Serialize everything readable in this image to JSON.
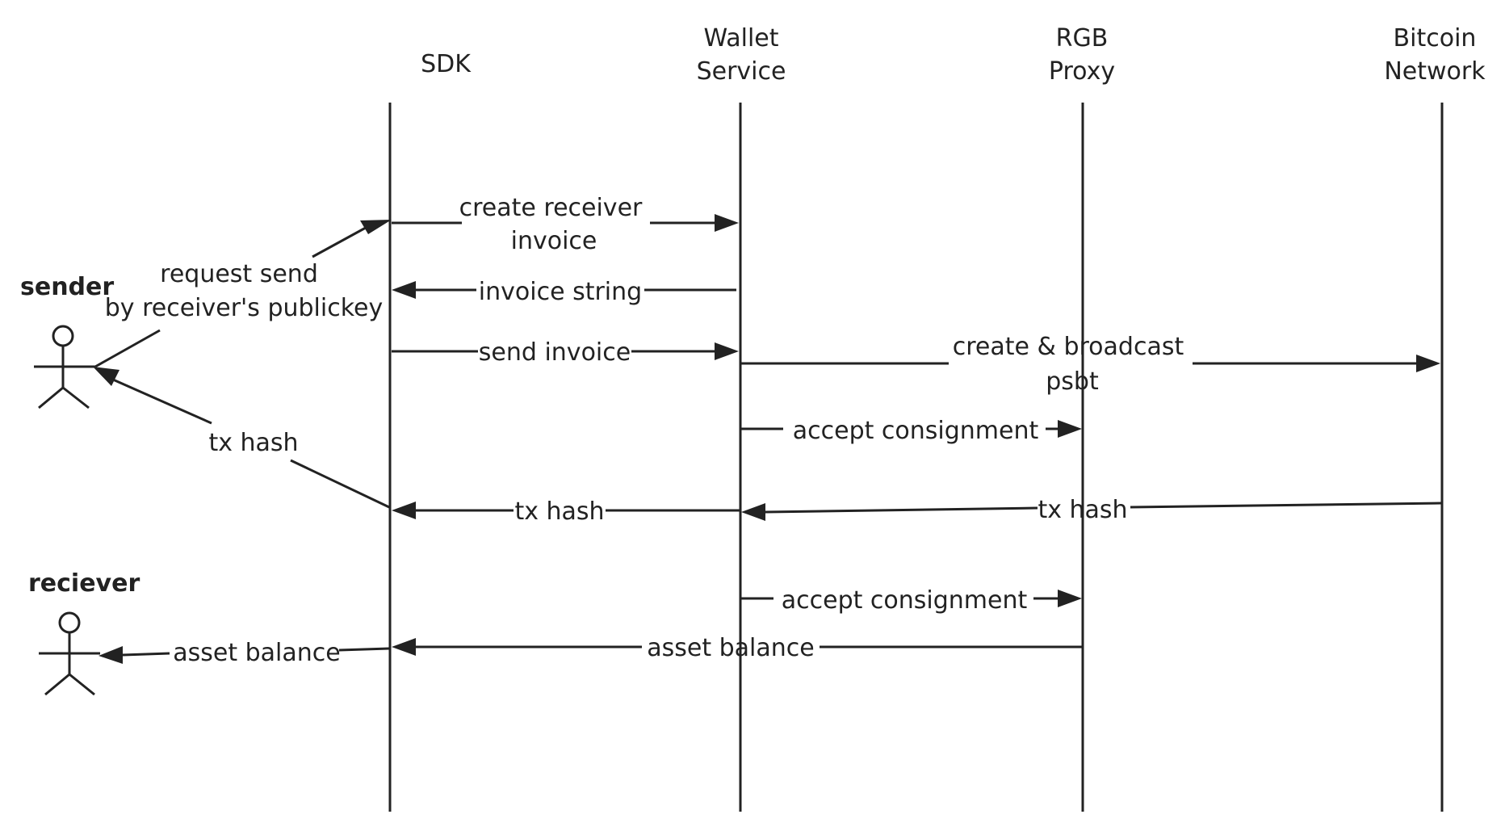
{
  "colors": {
    "ink": "#222222",
    "background": "#ffffff"
  },
  "lifelines": [
    {
      "id": "sdk",
      "lines": [
        "SDK"
      ]
    },
    {
      "id": "wallet",
      "lines": [
        "Wallet",
        "Service"
      ]
    },
    {
      "id": "proxy",
      "lines": [
        "RGB",
        "Proxy"
      ]
    },
    {
      "id": "bitcoin",
      "lines": [
        "Bitcoin",
        "Network"
      ]
    }
  ],
  "actors": [
    {
      "id": "sender",
      "name": "sender"
    },
    {
      "id": "receiver",
      "name": "reciever"
    }
  ],
  "messages": [
    {
      "id": "request-send",
      "from": "sender",
      "to": "sdk",
      "label": [
        "request send",
        "by receiver's publickey"
      ]
    },
    {
      "id": "create-invoice",
      "from": "sdk",
      "to": "wallet",
      "label": [
        "create receiver",
        "invoice"
      ]
    },
    {
      "id": "invoice-string",
      "from": "wallet",
      "to": "sdk",
      "label": [
        "invoice string"
      ]
    },
    {
      "id": "send-invoice",
      "from": "sdk",
      "to": "wallet",
      "label": [
        "send invoice"
      ]
    },
    {
      "id": "broadcast-psbt",
      "from": "wallet",
      "to": "bitcoin",
      "label": [
        "create & broadcast",
        "psbt"
      ]
    },
    {
      "id": "accept-consignment-1",
      "from": "wallet",
      "to": "proxy",
      "label": [
        "accept consignment"
      ]
    },
    {
      "id": "tx-hash-network",
      "from": "bitcoin",
      "to": "wallet",
      "label": [
        "tx hash"
      ]
    },
    {
      "id": "tx-hash-wallet",
      "from": "wallet",
      "to": "sdk",
      "label": [
        "tx hash"
      ]
    },
    {
      "id": "tx-hash-sender",
      "from": "sdk",
      "to": "sender",
      "label": [
        "tx hash"
      ]
    },
    {
      "id": "accept-consignment-2",
      "from": "wallet",
      "to": "proxy",
      "label": [
        "accept consignment"
      ]
    },
    {
      "id": "asset-balance-proxy",
      "from": "proxy",
      "to": "sdk",
      "label": [
        "asset balance"
      ]
    },
    {
      "id": "asset-balance-receiver",
      "from": "sdk",
      "to": "receiver",
      "label": [
        "asset balance"
      ]
    }
  ]
}
